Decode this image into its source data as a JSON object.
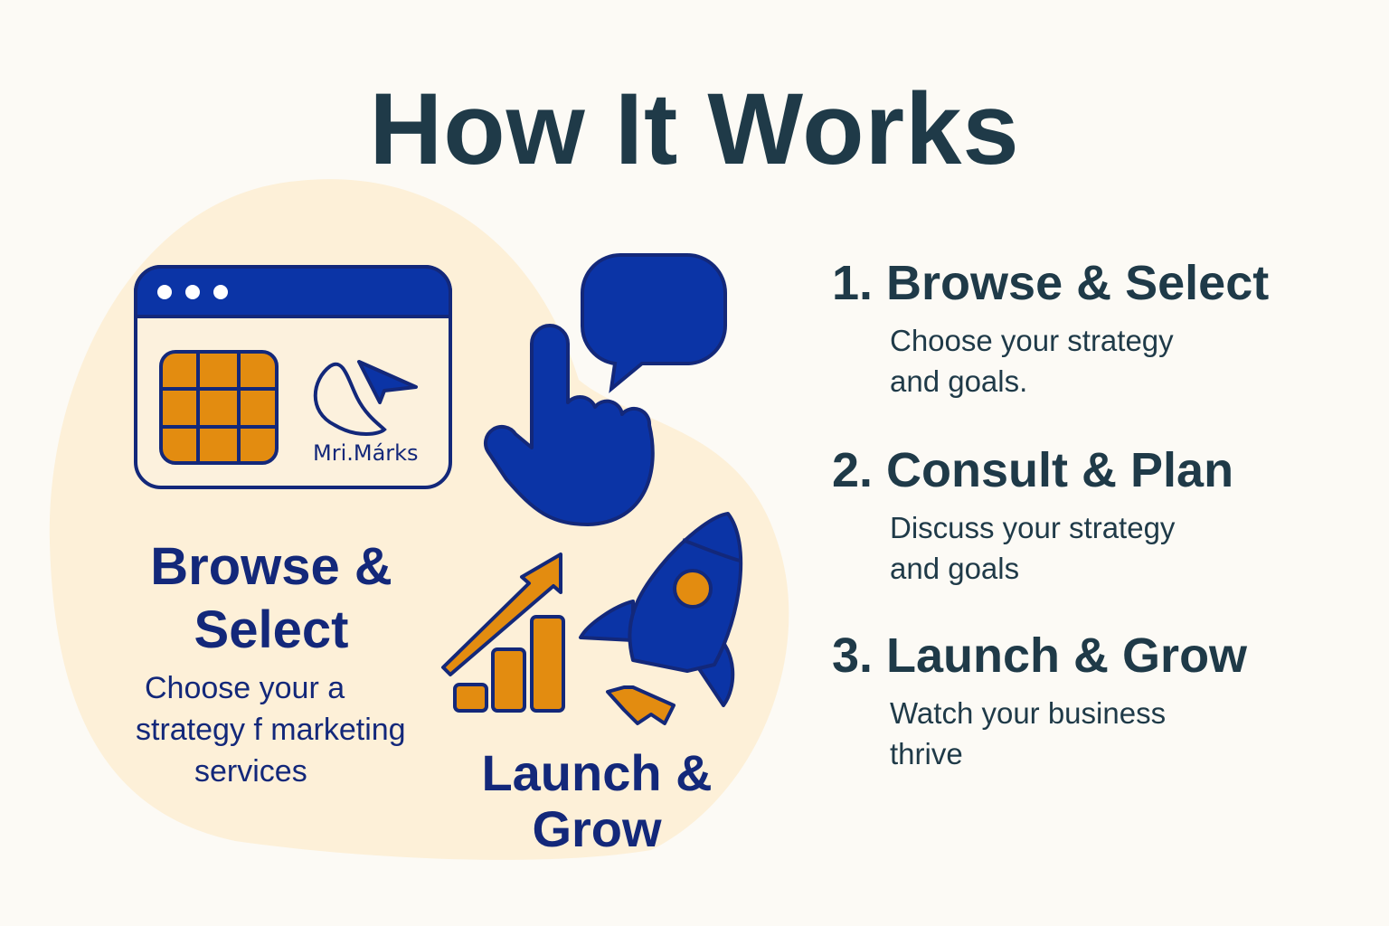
{
  "title": "How It Works",
  "illustration": {
    "brand_text": "Mri.Márks",
    "left_heading": [
      "Browse &",
      "Select"
    ],
    "left_description": [
      "Choose your a",
      "strategy f marketing",
      "services"
    ],
    "launch_heading": [
      "Launch &",
      "Grow"
    ]
  },
  "steps": [
    {
      "title": "1. Browse & Select",
      "description": [
        "Choose your strategy",
        "and goals."
      ]
    },
    {
      "title": "2. Consult & Plan",
      "description": [
        "Discuss your strategy",
        "and goals"
      ]
    },
    {
      "title": "3. Launch & Grow",
      "description": [
        "Watch your business",
        "thrive"
      ]
    }
  ],
  "colors": {
    "background": "#fcfaf5",
    "blob": "#fdf0d8",
    "blue": "#0b34a6",
    "navy": "#13287a",
    "orange": "#e38c10",
    "title": "#1f3a48"
  }
}
